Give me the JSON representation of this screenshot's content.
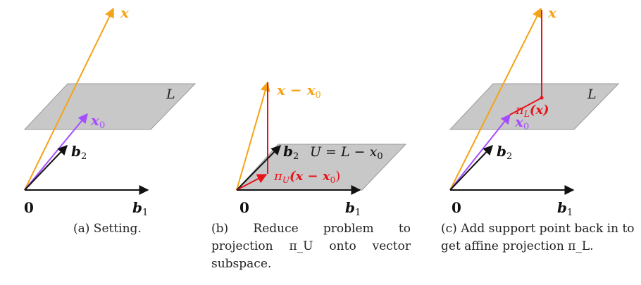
{
  "colors": {
    "x": "#f5a316",
    "x0": "#a64dff",
    "proj": "#e8121b",
    "plane": "#c8c8c8",
    "plane_stroke": "#9a9a9a",
    "axis": "#111111"
  },
  "panel_a": {
    "label_x": "x",
    "label_x0": "x",
    "label_x0_sub": "0",
    "label_b2": "b",
    "label_b2_sub": "2",
    "label_b1": "b",
    "label_b1_sub": "1",
    "label_origin": "0",
    "label_plane": "L",
    "caption": "(a) Setting."
  },
  "panel_b": {
    "label_xmx0": "x − x",
    "label_xmx0_sub": "0",
    "label_b2": "b",
    "label_b2_sub": "2",
    "label_subspace": "U = L − x",
    "label_subspace_sub": "0",
    "label_proj": "π",
    "label_proj_sub": "U",
    "label_proj_arg": "(x − x",
    "label_proj_arg_sub": "0",
    "label_proj_close": ")",
    "label_b1": "b",
    "label_b1_sub": "1",
    "label_origin": "0",
    "caption": "(b) Reduce problem to projection π_U onto vector subspace."
  },
  "panel_c": {
    "label_x": "x",
    "label_plane": "L",
    "label_proj": "π",
    "label_proj_sub": "L",
    "label_proj_arg": "(x)",
    "label_x0": "x",
    "label_x0_sub": "0",
    "label_b2": "b",
    "label_b2_sub": "2",
    "label_b1": "b",
    "label_b1_sub": "1",
    "label_origin": "0",
    "caption": "(c) Add support point back in to get affine projection π_L."
  }
}
